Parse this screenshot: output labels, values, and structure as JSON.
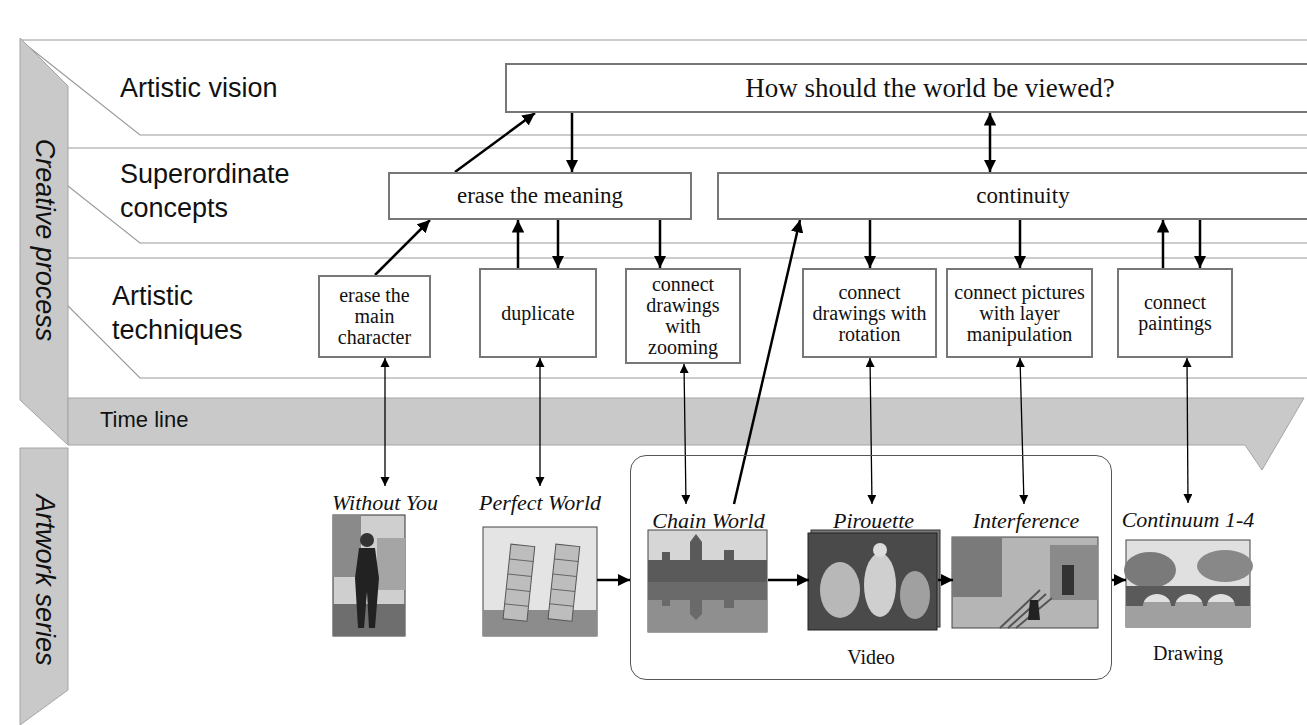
{
  "diagram": {
    "nodes": [
      {
        "text": [
          "Creative process"
        ]
      },
      {
        "text": [
          "How should the world be viewed?"
        ]
      },
      {
        "text": [
          "erase the meaning"
        ]
      },
      {
        "text": [
          "continuity"
        ]
      },
      {
        "text": [
          "erase the main character"
        ]
      },
      {
        "text": [
          "duplicate"
        ]
      },
      {
        "text": [
          "connect drawings with zooming"
        ]
      },
      {
        "text": [
          "connect drawings with rotation"
        ]
      },
      {
        "text": [
          "connect pictures with layer manipulation"
        ]
      },
      {
        "text": [
          "connect paintings"
        ]
      },
      {
        "text": [
          "Time line"
        ]
      },
      {
        "text": [
          "Artwork series"
        ]
      },
      {
        "text": [
          "Without You"
        ]
      },
      {
        "text": [
          "Perfect World"
        ]
      },
      {
        "text": [
          "Video"
        ]
      },
      {
        "text": [
          "Chain World"
        ],
        "in": 14
      },
      {
        "text": [
          "Pirouette"
        ],
        "in": 14
      },
      {
        "text": [
          "Interference"
        ],
        "in": 14
      },
      {
        "text": [
          "Continuum 1-4",
          "Drawing"
        ]
      }
    ],
    "edges": [
      {
        "from": 2,
        "to": 1,
        "arrow": "to"
      },
      {
        "from": 1,
        "to": 2,
        "arrow": "to"
      },
      {
        "from": 5,
        "to": 2,
        "arrow": "to"
      },
      {
        "from": 2,
        "to": 5,
        "arrow": "to"
      },
      {
        "from": 4,
        "to": 2,
        "arrow": "to"
      },
      {
        "from": 2,
        "to": 6,
        "arrow": "to"
      },
      {
        "from": 1,
        "to": 3,
        "arrow": "both"
      },
      {
        "from": 15,
        "to": 3,
        "arrow": "to"
      },
      {
        "from": 3,
        "to": 7,
        "arrow": "to"
      },
      {
        "from": 3,
        "to": 8,
        "arrow": "to"
      },
      {
        "from": 3,
        "to": 9,
        "arrow": "to"
      },
      {
        "from": 9,
        "to": 3,
        "arrow": "to"
      },
      {
        "from": 4,
        "to": 12,
        "arrow": "both"
      },
      {
        "from": 5,
        "to": 13,
        "arrow": "both"
      },
      {
        "from": 6,
        "to": 15,
        "arrow": "both"
      },
      {
        "from": 7,
        "to": 16,
        "arrow": "both"
      },
      {
        "from": 8,
        "to": 17,
        "arrow": "both"
      },
      {
        "from": 9,
        "to": 18,
        "arrow": "both"
      },
      {
        "from": 13,
        "to": 14,
        "arrow": "to"
      },
      {
        "from": 15,
        "to": 16,
        "arrow": "to"
      },
      {
        "from": 16,
        "to": 17,
        "arrow": "to"
      },
      {
        "from": 14,
        "to": 18,
        "arrow": "to"
      }
    ],
    "labels": [
      "Artistic vision",
      "Superordinate concepts",
      "Artistic techniques"
    ]
  }
}
